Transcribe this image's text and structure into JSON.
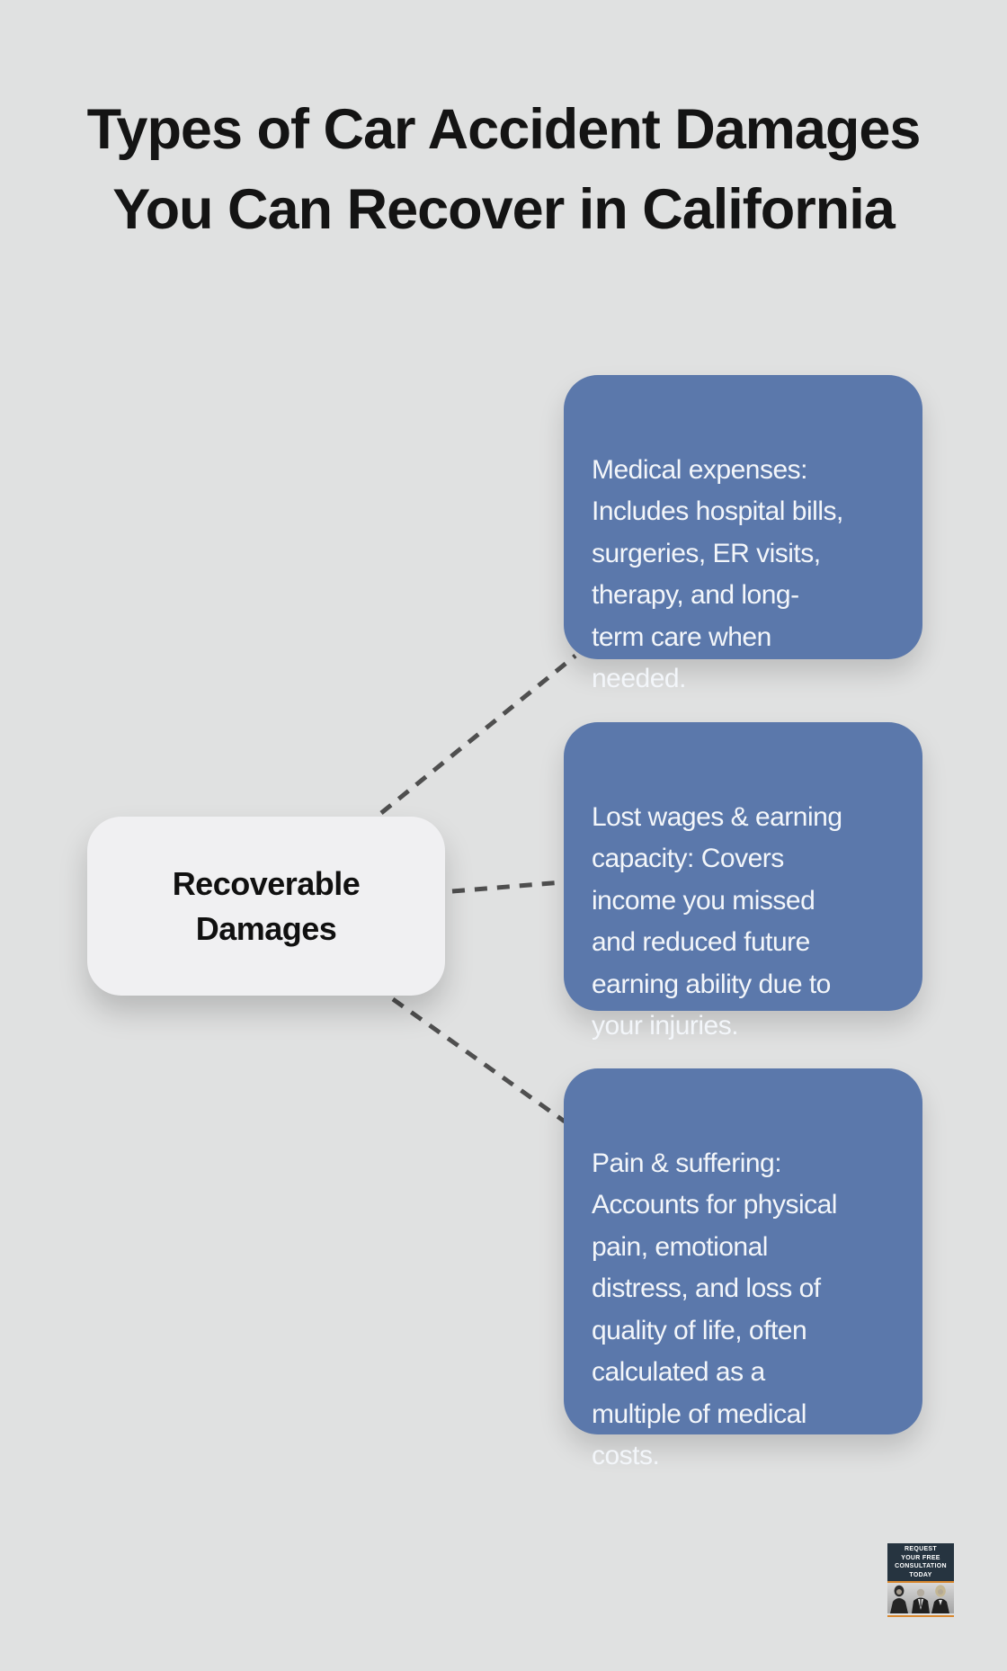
{
  "title": {
    "line1": "Types of Car Accident Damages",
    "line2": "You Can Recover in California"
  },
  "center_node": {
    "label": "Recoverable\nDamages"
  },
  "branches": [
    {
      "id": "medical-expenses",
      "text": "Medical expenses:\nIncludes hospital bills,\nsurgeries, ER visits,\ntherapy, and long-\nterm care when\nneeded."
    },
    {
      "id": "lost-wages",
      "text": "Lost wages & earning\ncapacity: Covers\nincome you missed\nand reduced future\nearning ability due to\nyour injuries."
    },
    {
      "id": "pain-suffering",
      "text": "Pain & suffering:\nAccounts for physical\npain, emotional\ndistress, and loss of\nquality of life, often\ncalculated as a\nmultiple of medical\ncosts."
    }
  ],
  "badge": {
    "lines": [
      "REQUEST",
      "YOUR FREE",
      "CONSULTATION",
      "TODAY"
    ]
  },
  "colors": {
    "background": "#e0e1e1",
    "branch_fill": "#5b78ab",
    "branch_text": "#f3f6fa",
    "center_fill": "#f0f0f2",
    "center_text": "#101010",
    "connector": "#4f4f4f",
    "title_color": "#141414",
    "badge_navy": "#263440",
    "badge_orange": "#d9882e"
  }
}
